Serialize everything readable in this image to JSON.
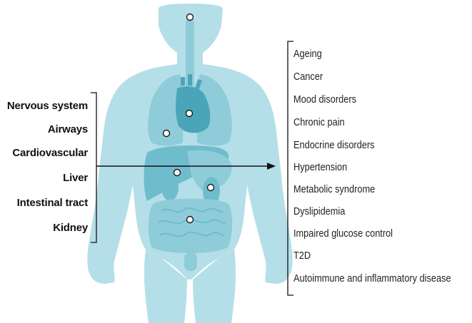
{
  "organs": [
    {
      "label": "Nervous system"
    },
    {
      "label": "Airways"
    },
    {
      "label": "Cardiovascular"
    },
    {
      "label": "Liver"
    },
    {
      "label": "Intestinal tract"
    },
    {
      "label": "Kidney"
    }
  ],
  "conditions": [
    {
      "label": "Ageing"
    },
    {
      "label": "Cancer"
    },
    {
      "label": "Mood disorders"
    },
    {
      "label": "Chronic pain"
    },
    {
      "label": "Endocrine disorders"
    },
    {
      "label": "Hypertension"
    },
    {
      "label": "Metabolic syndrome"
    },
    {
      "label": "Dyslipidemia"
    },
    {
      "label": "Impaired glucose control"
    },
    {
      "label": "T2D"
    },
    {
      "label": "Autoimmune and inflammatory disease"
    }
  ],
  "colors": {
    "body": "#b5dfe8",
    "organ_light": "#8fccd9",
    "organ_mid": "#6fbccc",
    "organ_dark": "#4aa5b8",
    "marker_fill": "#ffffff",
    "marker_stroke": "#1a1a1a",
    "arrow": "#111111"
  }
}
